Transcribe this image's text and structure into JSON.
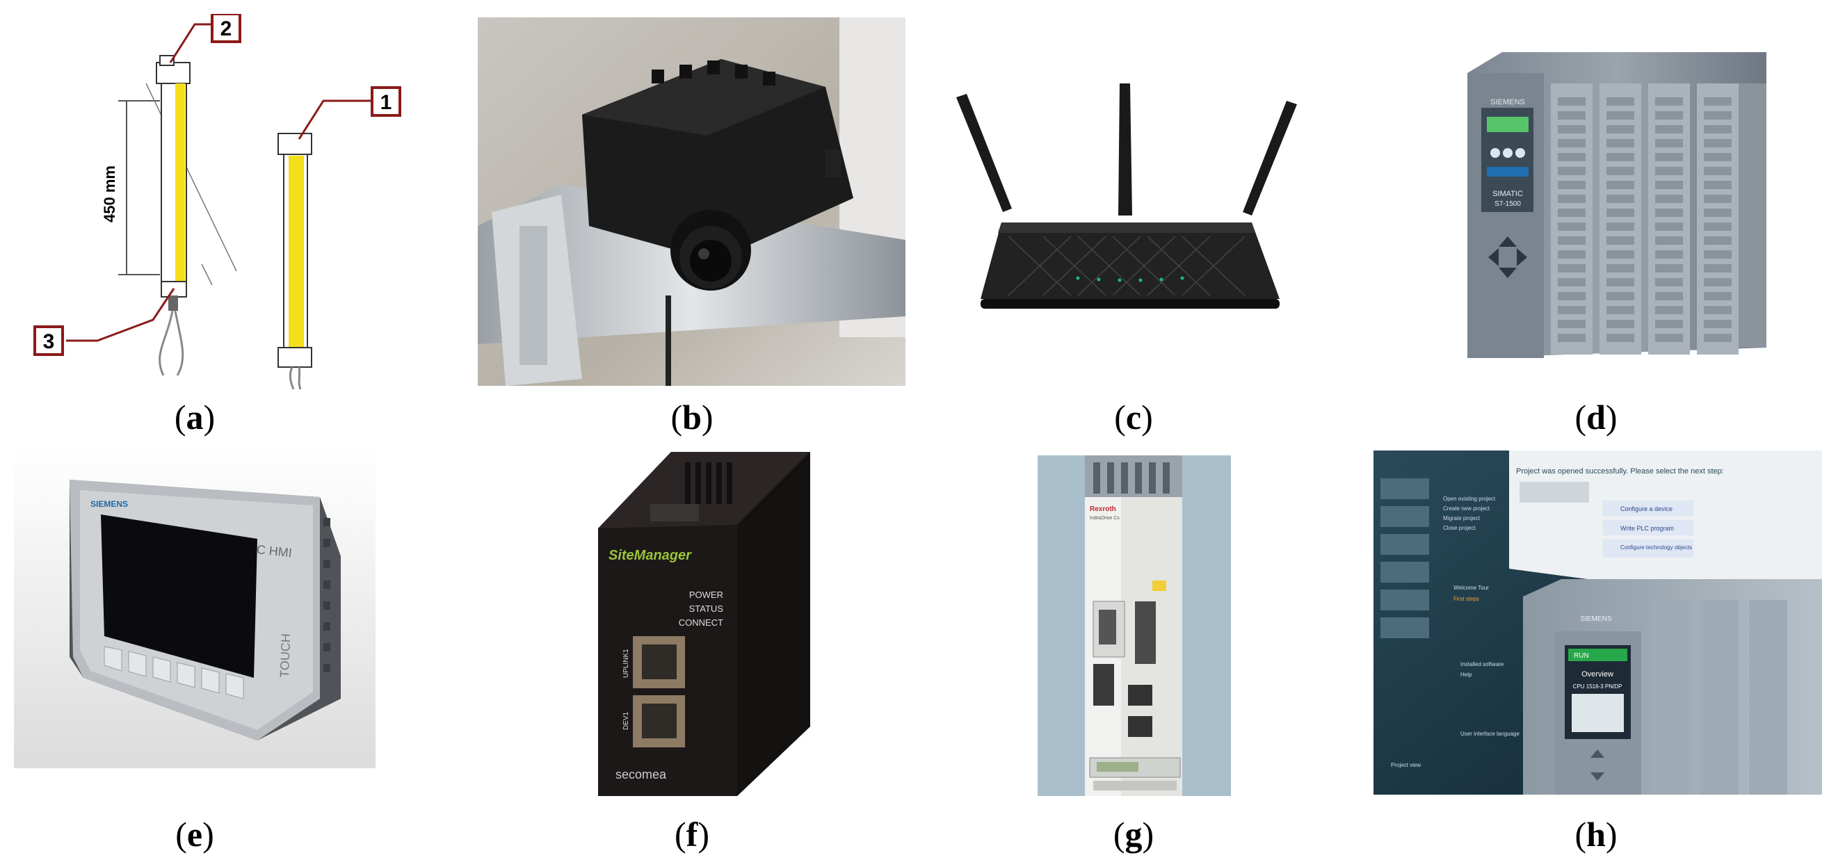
{
  "panels": [
    {
      "id": "a",
      "caption": "a",
      "labels": {
        "num1": "1",
        "num2": "2",
        "num3": "3",
        "dimension": "450 mm"
      }
    },
    {
      "id": "b",
      "caption": "b"
    },
    {
      "id": "c",
      "caption": "c"
    },
    {
      "id": "d",
      "caption": "d",
      "labels": {
        "brand": "SIEMENS",
        "model": "SIMATIC",
        "series": "S7-1500"
      }
    },
    {
      "id": "e",
      "caption": "e",
      "labels": {
        "brand": "SIEMENS",
        "model": "SIMATIC HMI",
        "touch": "TOUCH"
      }
    },
    {
      "id": "f",
      "caption": "f",
      "labels": {
        "product": "SiteManager",
        "power": "POWER",
        "status": "STATUS",
        "connect": "CONNECT",
        "uplink": "UPLINK1",
        "dev": "DEV1",
        "maker": "secomea"
      }
    },
    {
      "id": "g",
      "caption": "g",
      "labels": {
        "brand": "Rexroth",
        "model": "IndraDrive Cs"
      }
    },
    {
      "id": "h",
      "caption": "h",
      "labels": {
        "headline": "Project was opened successfully. Please select the next step:",
        "step1": "Configure a device",
        "step2": "Write PLC program",
        "step3": "Configure technology objects",
        "menu1": "Open existing project",
        "menu2": "Create new project",
        "menu3": "Migrate project",
        "menu4": "Close project",
        "menu5": "Welcome Tour",
        "menu6": "First steps",
        "menu7": "Installed software",
        "menu8": "Help",
        "menu9": "User interface language",
        "project_view": "Project view",
        "overview": "Overview",
        "cpu": "CPU 1516-3 PN/DP",
        "run": "RUN",
        "brand": "SIEMENS"
      }
    }
  ]
}
